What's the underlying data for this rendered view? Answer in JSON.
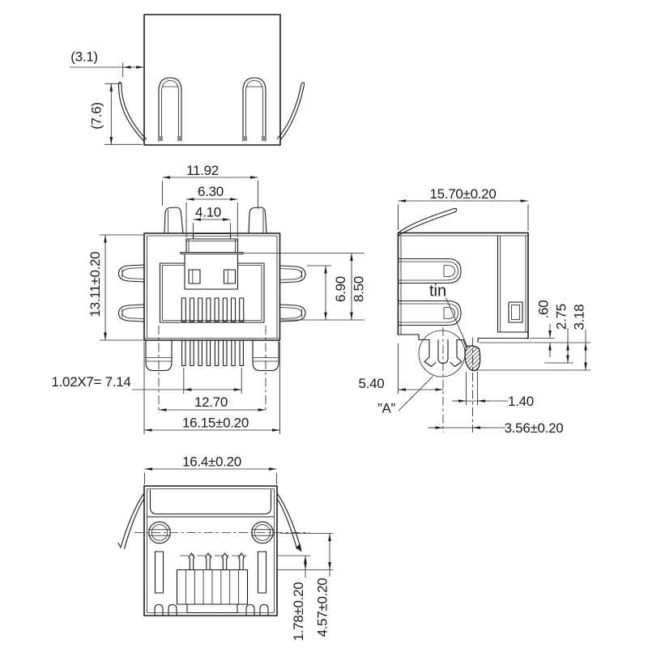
{
  "colors": {
    "line": "#1a1a1a",
    "background": "#ffffff"
  },
  "views": {
    "top": {
      "dim_offset": "(3.1)",
      "dim_height": "(7.6)"
    },
    "front": {
      "dim_tab_span": "11.92",
      "dim_step_width": "6.30",
      "dim_latch_width": "4.10",
      "dim_body_height": "13.11±0.20",
      "dim_wing_span": "6.90",
      "dim_opening_height": "8.50",
      "dim_pin_pitch": "1.02X7= 7.14",
      "dim_post_pitch": "12.70",
      "dim_body_width": "16.15±0.20"
    },
    "side": {
      "dim_depth": "15.70±0.20",
      "label_plating": "tin",
      "dim_standoff": ".60",
      "dim_tail_below": "2.75",
      "dim_total_below": "3.18",
      "dim_post_offset": "5.40",
      "label_detail": "”A”",
      "dim_pad_width": "1.40",
      "dim_pad_offset": "3.56±0.20"
    },
    "bottom": {
      "dim_width": "16.4±0.20",
      "dim_pin_row_offset": "1.78±0.20",
      "dim_pin_span": "4.57±0.20"
    }
  }
}
